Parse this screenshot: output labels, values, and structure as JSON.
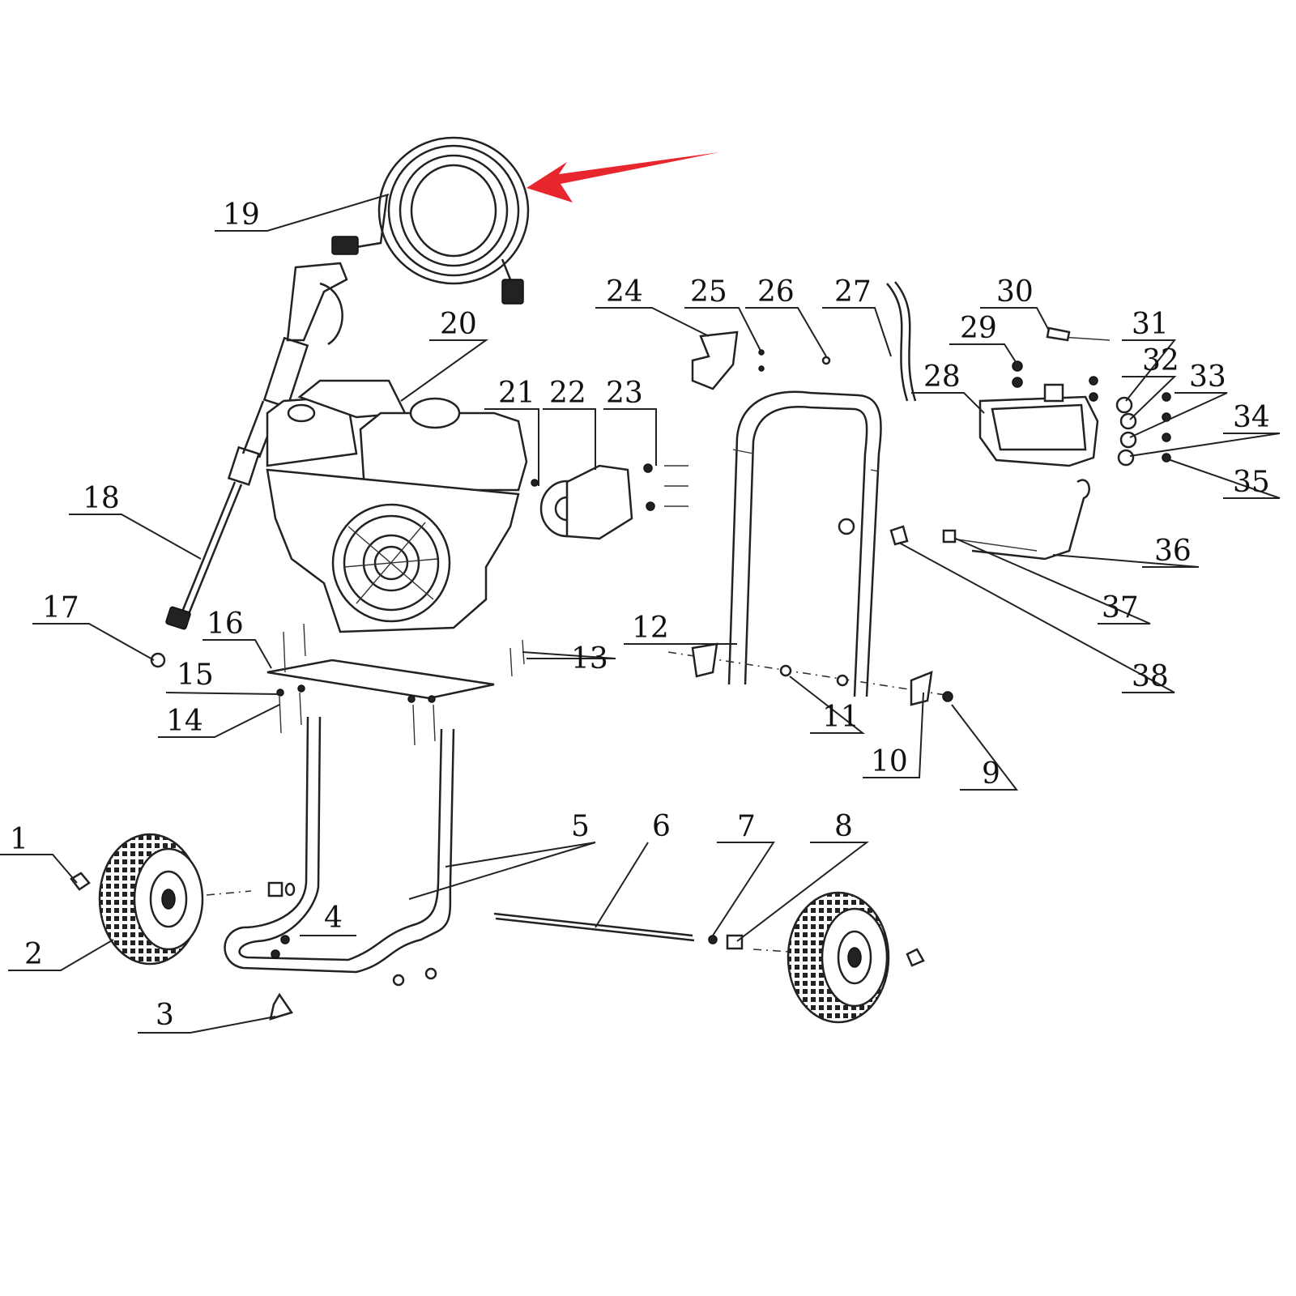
{
  "colors": {
    "ink": "#222222",
    "arrow": "#e8262d",
    "background": "#ffffff"
  },
  "callouts": [
    {
      "id": 1,
      "label": "1"
    },
    {
      "id": 2,
      "label": "2"
    },
    {
      "id": 3,
      "label": "3"
    },
    {
      "id": 4,
      "label": "4"
    },
    {
      "id": 5,
      "label": "5"
    },
    {
      "id": 6,
      "label": "6"
    },
    {
      "id": 7,
      "label": "7"
    },
    {
      "id": 8,
      "label": "8"
    },
    {
      "id": 9,
      "label": "9"
    },
    {
      "id": 10,
      "label": "10"
    },
    {
      "id": 11,
      "label": "11"
    },
    {
      "id": 12,
      "label": "12"
    },
    {
      "id": 13,
      "label": "13"
    },
    {
      "id": 14,
      "label": "14"
    },
    {
      "id": 15,
      "label": "15"
    },
    {
      "id": 16,
      "label": "16"
    },
    {
      "id": 17,
      "label": "17"
    },
    {
      "id": 18,
      "label": "18"
    },
    {
      "id": 19,
      "label": "19"
    },
    {
      "id": 20,
      "label": "20"
    },
    {
      "id": 21,
      "label": "21"
    },
    {
      "id": 22,
      "label": "22"
    },
    {
      "id": 23,
      "label": "23"
    },
    {
      "id": 24,
      "label": "24"
    },
    {
      "id": 25,
      "label": "25"
    },
    {
      "id": 26,
      "label": "26"
    },
    {
      "id": 27,
      "label": "27"
    },
    {
      "id": 28,
      "label": "28"
    },
    {
      "id": 29,
      "label": "29"
    },
    {
      "id": 30,
      "label": "30"
    },
    {
      "id": 31,
      "label": "31"
    },
    {
      "id": 32,
      "label": "32"
    },
    {
      "id": 33,
      "label": "33"
    },
    {
      "id": 34,
      "label": "34"
    },
    {
      "id": 35,
      "label": "35"
    },
    {
      "id": 36,
      "label": "36"
    },
    {
      "id": 37,
      "label": "37"
    },
    {
      "id": 38,
      "label": "38"
    }
  ],
  "highlight": {
    "target_part": 19,
    "marker": "red-arrow"
  }
}
